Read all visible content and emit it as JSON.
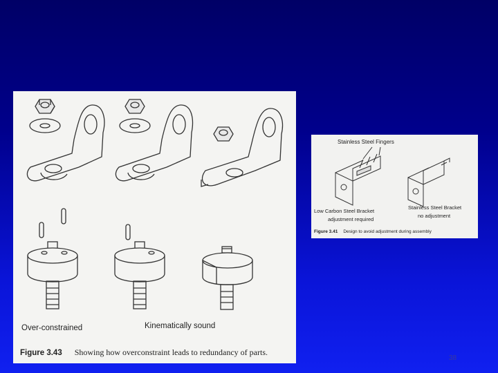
{
  "left_figure": {
    "label_over": "Over-constrained",
    "label_kinematic": "Kinematically sound",
    "caption_number": "Figure 3.43",
    "caption_text": "Showing how overconstraint leads to redundancy of parts."
  },
  "right_figure": {
    "label_fingers": "Stainless Steel Fingers",
    "label_low_carbon": "Low Carbon Steel Bracket",
    "label_adjust_req": "adjustment required",
    "label_stainless_bracket": "Stainless Steel Bracket",
    "label_no_adjust": "no adjustment",
    "caption_number": "Figure 3.41",
    "caption_text": "Design to avoid adjustment during assembly"
  },
  "page_number": "38"
}
